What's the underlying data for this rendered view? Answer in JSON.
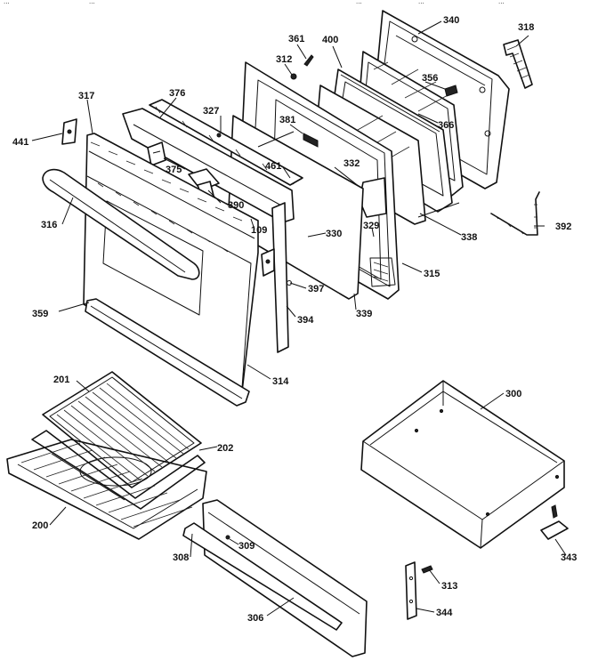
{
  "header": {
    "fragments": [
      "...",
      "...",
      "...",
      "...",
      "..."
    ]
  },
  "callouts": {
    "c441": "441",
    "c317": "317",
    "c376": "376",
    "c327": "327",
    "c312": "312",
    "c361": "361",
    "c400": "400",
    "c340": "340",
    "c318": "318",
    "c356": "356",
    "c381": "381",
    "c366": "366",
    "c461": "461",
    "c332": "332",
    "c375": "375",
    "c390": "390",
    "c316": "316",
    "c109": "109",
    "c330": "330",
    "c329": "329",
    "c338": "338",
    "c392": "392",
    "c315": "315",
    "c397": "397",
    "c359": "359",
    "c339": "339",
    "c394": "394",
    "c314": "314",
    "c201": "201",
    "c300": "300",
    "c202": "202",
    "c200": "200",
    "c309": "309",
    "c308": "308",
    "c313": "313",
    "c343": "343",
    "c306": "306",
    "c344": "344"
  }
}
